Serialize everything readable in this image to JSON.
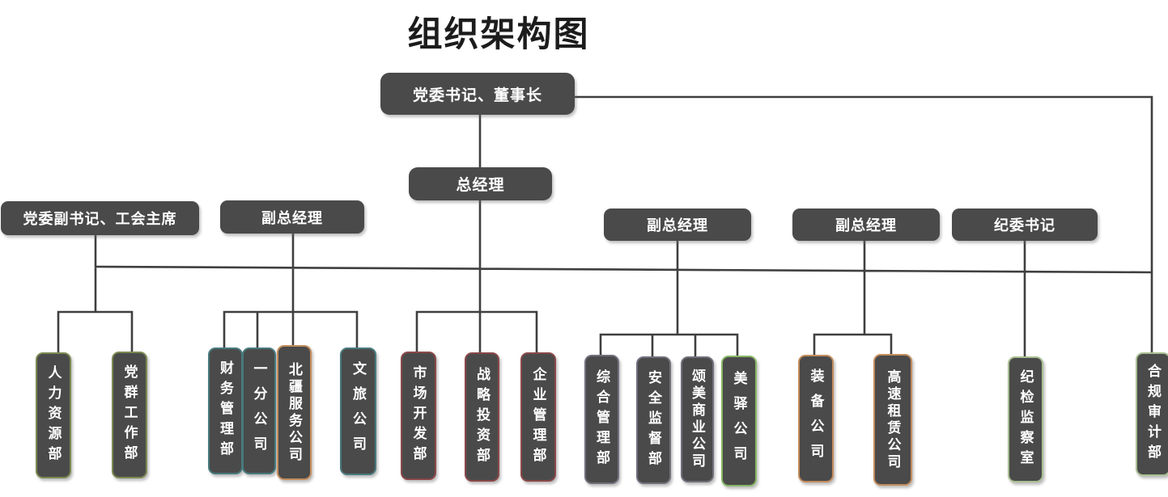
{
  "title": "组织架构图",
  "palette": {
    "box_fill": "#4a4a4a",
    "box_text": "#ffffff",
    "line": "#3f3f3f",
    "olive": "#7c8a52",
    "teal": "#477a7e",
    "tan": "#c38d5d",
    "maroon": "#8b4848",
    "gray": "#71707c",
    "green": "#89b867",
    "sage": "#a9bf93"
  },
  "org": {
    "chairman": "党委书记、董事长",
    "general_manager": "总经理",
    "managers": [
      "党委副书记、工会主席",
      "副总经理",
      "副总经理",
      "副总经理",
      "纪委书记"
    ],
    "departments": [
      {
        "label": "人力资源部",
        "color": "#7c8a52",
        "reports_to": "党委副书记、工会主席"
      },
      {
        "label": "党群工作部",
        "color": "#7c8a52",
        "reports_to": "党委副书记、工会主席"
      },
      {
        "label": "财务管理部",
        "color": "#477a7e",
        "reports_to": "副总经理"
      },
      {
        "label": "一分公司",
        "color": "#477a7e",
        "reports_to": "副总经理"
      },
      {
        "label": "北疆服务公司",
        "color": "#c38d5d",
        "reports_to": "副总经理"
      },
      {
        "label": "文旅公司",
        "color": "#477a7e",
        "reports_to": "副总经理"
      },
      {
        "label": "市场开发部",
        "color": "#8b4848",
        "reports_to": "总经理"
      },
      {
        "label": "战略投资部",
        "color": "#8b4848",
        "reports_to": "总经理"
      },
      {
        "label": "企业管理部",
        "color": "#8b4848",
        "reports_to": "总经理"
      },
      {
        "label": "综合管理部",
        "color": "#71707c",
        "reports_to": "副总经理"
      },
      {
        "label": "安全监督部",
        "color": "#71707c",
        "reports_to": "副总经理"
      },
      {
        "label": "颂美商业公司",
        "color": "#71707c",
        "reports_to": "副总经理"
      },
      {
        "label": "美驿公司",
        "color": "#89b867",
        "reports_to": "副总经理"
      },
      {
        "label": "装备公司",
        "color": "#c38d5d",
        "reports_to": "副总经理"
      },
      {
        "label": "高速租赁公司",
        "color": "#c38d5d",
        "reports_to": "副总经理"
      },
      {
        "label": "纪检监察室",
        "color": "#a9bf93",
        "reports_to": "纪委书记"
      },
      {
        "label": "合规审计部",
        "color": "#a9bf93",
        "reports_to": "党委书记、董事长"
      }
    ]
  }
}
